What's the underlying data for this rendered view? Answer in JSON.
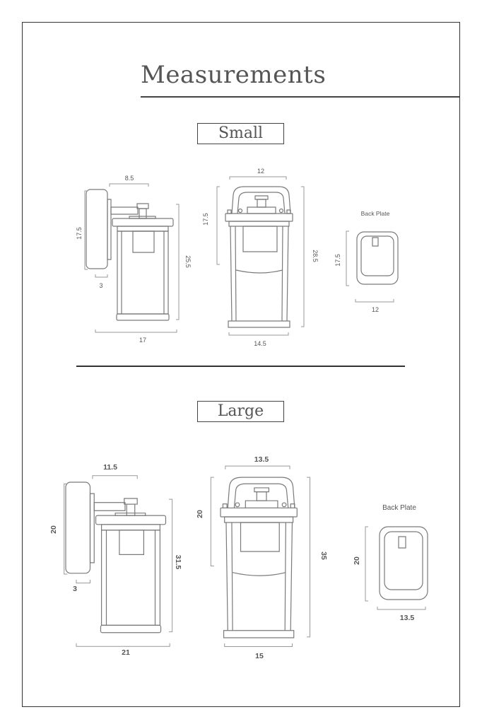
{
  "title": "Measurements",
  "sections": [
    {
      "label": "Small",
      "side": {
        "arm_depth": "8.5",
        "plate_height": "17.5",
        "plate_depth": "3",
        "height": "25.5",
        "projection": "17"
      },
      "front": {
        "top_width": "12",
        "upper_height": "17.5",
        "height": "28.5",
        "base_width": "14.5"
      },
      "back_plate": {
        "label": "Back Plate",
        "height": "17.5",
        "width": "12"
      }
    },
    {
      "label": "Large",
      "side": {
        "arm_depth": "11.5",
        "plate_height": "20",
        "plate_depth": "3",
        "height": "31.5",
        "projection": "21"
      },
      "front": {
        "top_width": "13.5",
        "upper_height": "20",
        "height": "35",
        "base_width": "15"
      },
      "back_plate": {
        "label": "Back Plate",
        "height": "20",
        "width": "13.5"
      }
    }
  ]
}
